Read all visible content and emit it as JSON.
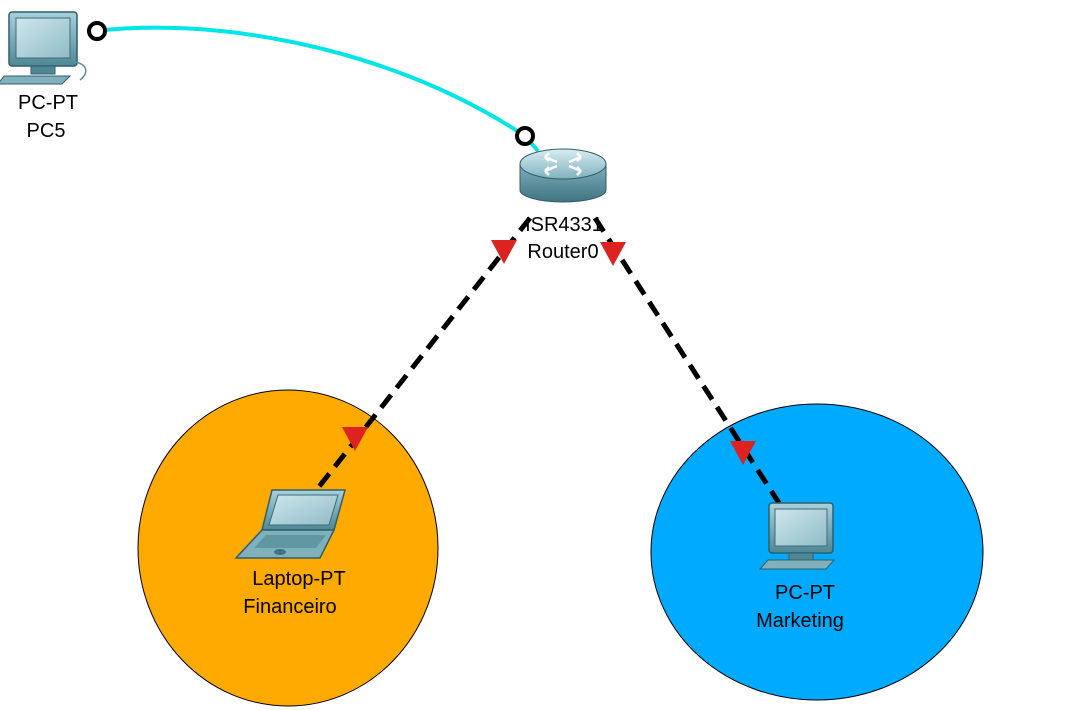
{
  "workspace": {
    "background": "#ffffff"
  },
  "areas": [
    {
      "name": "financeiro-area",
      "color": "#ffaa00",
      "shape": "ellipse"
    },
    {
      "name": "marketing-area",
      "color": "#00aaff",
      "shape": "ellipse"
    }
  ],
  "devices": {
    "pc5": {
      "model": "PC-PT",
      "name": "PC5",
      "icon": "desktop-pc-icon"
    },
    "router0": {
      "model": "ISR4331",
      "name": "Router0",
      "icon": "router-icon"
    },
    "financeiro": {
      "model": "Laptop-PT",
      "name": "Financeiro",
      "icon": "laptop-icon"
    },
    "marketing": {
      "model": "PC-PT",
      "name": "Marketing",
      "icon": "desktop-pc-icon"
    }
  },
  "links": [
    {
      "from": "PC5",
      "to": "Router0",
      "cable": "console",
      "color": "#00e5e5",
      "status": "connected",
      "end_marker": "circle"
    },
    {
      "from": "Router0",
      "to": "Financeiro",
      "cable": "copper-cross-over",
      "color": "#000000",
      "style": "dashed",
      "status": "down",
      "end_marker": "red-triangle"
    },
    {
      "from": "Router0",
      "to": "Marketing",
      "cable": "copper-cross-over",
      "color": "#000000",
      "style": "dashed",
      "status": "down",
      "end_marker": "red-triangle"
    }
  ],
  "status_colors": {
    "down": "#dd2222"
  }
}
